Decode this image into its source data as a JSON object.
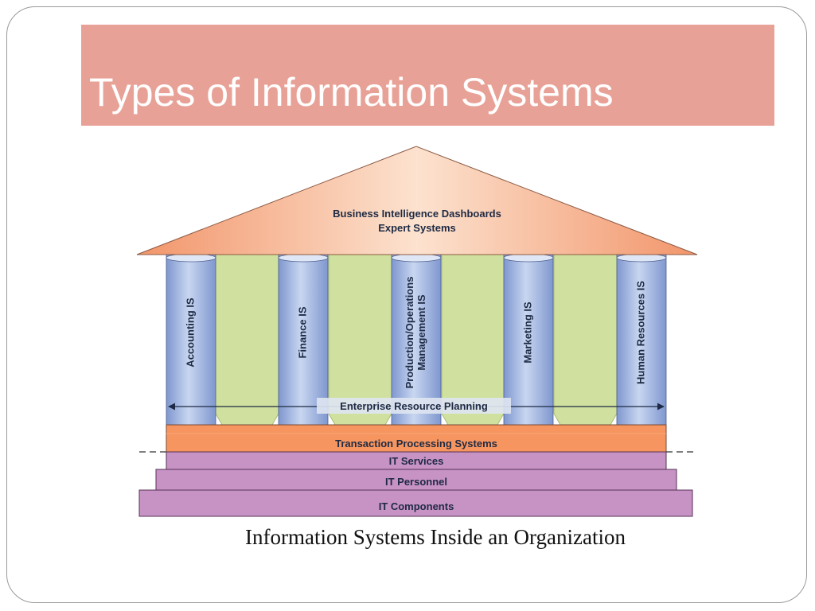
{
  "slide": {
    "title": "Types of Information Systems",
    "caption": "Information Systems Inside an Organization"
  },
  "diagram": {
    "roof": [
      "Business Intelligence Dashboards",
      "Expert Systems"
    ],
    "pillars": [
      {
        "lines": [
          "Accounting IS"
        ]
      },
      {
        "lines": [
          "Finance IS"
        ]
      },
      {
        "lines": [
          "Production/Operations",
          "Management IS"
        ]
      },
      {
        "lines": [
          "Marketing IS"
        ]
      },
      {
        "lines": [
          "Human Resources IS"
        ]
      }
    ],
    "erp": "Enterprise Resource Planning",
    "tps": "Transaction Processing Systems",
    "steps": [
      "IT Services",
      "IT Personnel",
      "IT Components"
    ]
  },
  "colors": {
    "title_band": "#e8a196",
    "roof_light": "#fce2cf",
    "roof_dark": "#f2956a",
    "pillar_light": "#c8d6f0",
    "pillar_dark": "#7f97cf",
    "panel": "#d0e09e",
    "tps": "#f6955f",
    "steps": "#c792c4"
  }
}
